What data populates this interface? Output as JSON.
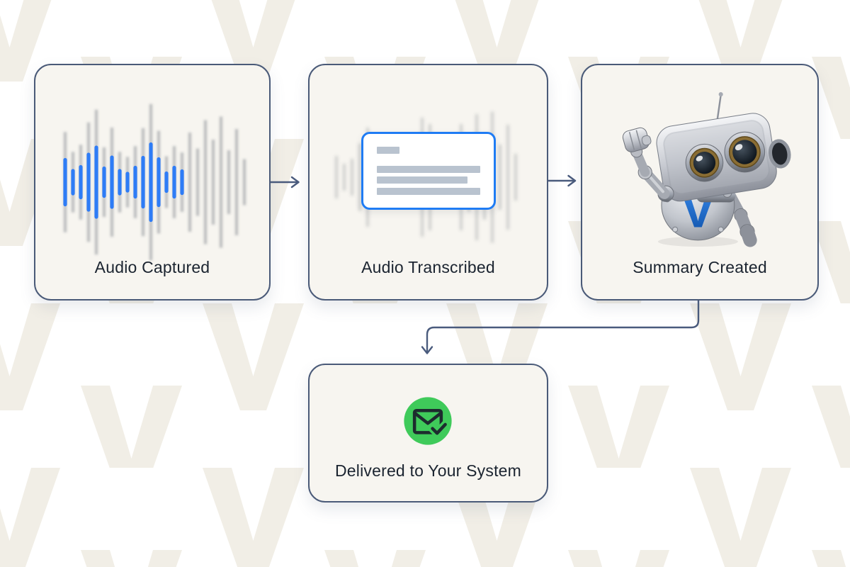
{
  "watermark": {
    "letter": "V",
    "color": "#f1eee6"
  },
  "steps": [
    {
      "id": "audio-captured",
      "label": "Audio Captured",
      "icon": "waveform-icon"
    },
    {
      "id": "audio-transcribed",
      "label": "Audio Transcribed",
      "icon": "transcript-card-icon"
    },
    {
      "id": "summary-created",
      "label": "Summary Created",
      "icon": "robot-mascot",
      "mascot_letter": "V"
    },
    {
      "id": "delivered-to-your-system",
      "label": "Delivered to Your System",
      "icon": "envelope-check-icon"
    }
  ],
  "connections": [
    {
      "from": "audio-captured",
      "to": "audio-transcribed",
      "type": "arrow-right"
    },
    {
      "from": "audio-transcribed",
      "to": "summary-created",
      "type": "arrow-right"
    },
    {
      "from": "summary-created",
      "to": "delivered-to-your-system",
      "type": "elbow-down-arrow"
    }
  ],
  "colors": {
    "box_border": "#4a5a78",
    "box_fill": "#f7f5f0",
    "arrow": "#4a5b7d",
    "label_text": "#1b2430",
    "waveform_blue": "#2e7cf6",
    "waveform_gray": "#444b57",
    "card_border": "#1f7cf4",
    "card_line": "#b9c3cf",
    "badge_green": "#3fca5a",
    "envelope_stroke": "#1d2b2e",
    "mascot_blue_top": "#3b8ef0",
    "mascot_blue_bottom": "#0d4fa6"
  },
  "waveform": {
    "blue_heights": [
      63,
      32,
      43,
      78,
      98,
      39,
      70,
      32,
      24,
      41,
      69,
      107,
      65,
      25,
      41,
      31
    ],
    "gray_tail_heights": [
      140,
      95,
      175,
      120,
      185,
      90,
      150,
      65
    ],
    "ghost_heights": [
      60,
      38,
      52,
      95,
      140,
      48,
      78,
      36,
      28,
      46,
      82,
      168,
      150,
      34,
      46,
      36,
      150,
      98,
      178,
      120,
      185,
      92,
      148,
      66
    ]
  },
  "transcript_card": {
    "line_widths": [
      32,
      146,
      128,
      146
    ]
  }
}
